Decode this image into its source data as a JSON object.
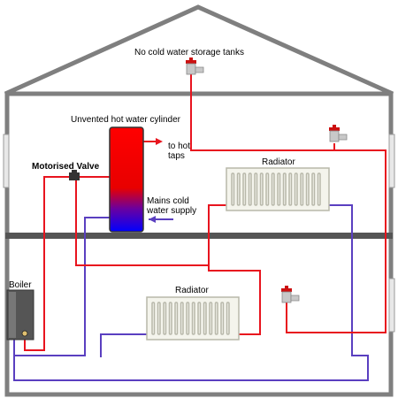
{
  "labels": {
    "no_tanks": "No cold water storage tanks",
    "cylinder": "Unvented hot water cylinder",
    "to_hot_taps": "to hot taps",
    "motorised_valve": "Motorised Valve",
    "mains_cold": "Mains cold water supply",
    "radiator_upper": "Radiator",
    "radiator_lower": "Radiator",
    "boiler": "Boiler"
  },
  "colors": {
    "hot_pipe": "#e8141e",
    "cold_pipe": "#5a3fc0",
    "wall": "#7f7f7f",
    "cylinder_top": "#ff0000",
    "cylinder_bottom": "#0000ff",
    "boiler": "#555555",
    "radiator": "#f4f4ec"
  }
}
